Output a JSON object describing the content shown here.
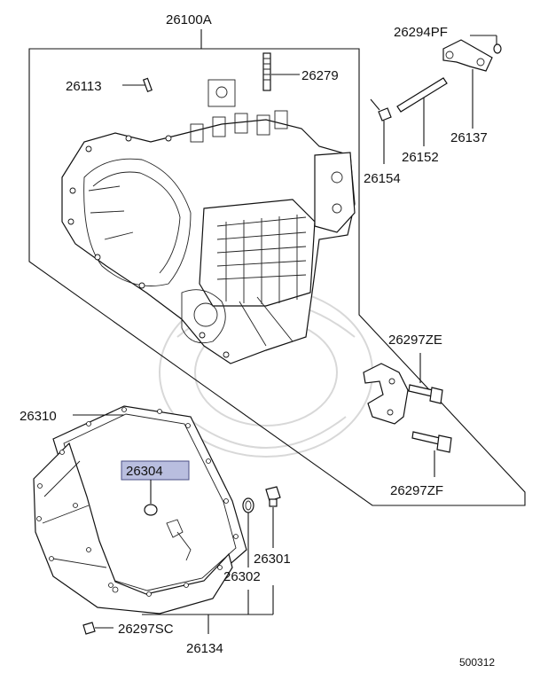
{
  "labels": {
    "p26100A": "26100A",
    "p26113": "26113",
    "p26279": "26279",
    "p26294PF": "26294PF",
    "p26137": "26137",
    "p26152": "26152",
    "p26154": "26154",
    "p26297ZE": "26297ZE",
    "p26297ZF": "26297ZF",
    "p26310": "26310",
    "p26304": "26304",
    "p26301": "26301",
    "p26302": "26302",
    "p26297SC": "26297SC",
    "p26134": "26134"
  },
  "footer": {
    "diagram_code": "500312"
  },
  "colors": {
    "highlight_fill": "#b9bedf",
    "highlight_border": "#4a4f86",
    "line": "#111111"
  }
}
